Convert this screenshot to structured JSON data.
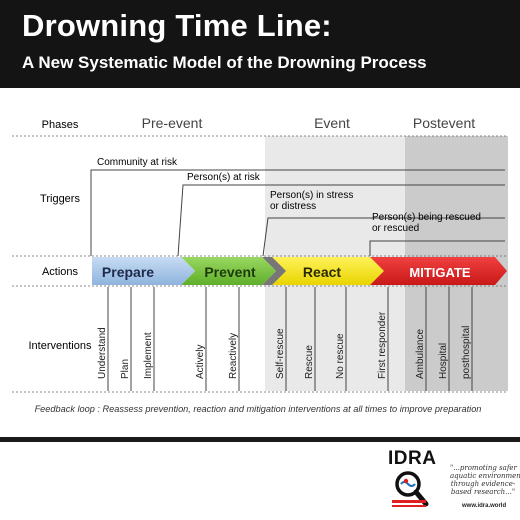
{
  "header": {
    "title": "Drowning Time Line:",
    "subtitle": "A New Systematic Model of the Drowning Process"
  },
  "rows": {
    "phases": "Phases",
    "triggers": "Triggers",
    "actions": "Actions",
    "interventions": "Interventions"
  },
  "phases": [
    "Pre-event",
    "Event",
    "Postevent"
  ],
  "triggers": [
    {
      "lines": [
        "Community at risk"
      ]
    },
    {
      "lines": [
        "Person(s) at risk"
      ]
    },
    {
      "lines": [
        "Person(s) in stress",
        "or distress"
      ]
    },
    {
      "lines": [
        "Person(s) being rescued",
        "or rescued"
      ]
    }
  ],
  "actions": [
    {
      "label": "Prepare",
      "color": "#a7c7ea"
    },
    {
      "label": "Prevent",
      "color": "#7ec843"
    },
    {
      "label": "React",
      "color": "#f5e800"
    },
    {
      "label": "MITIGATE",
      "color": "#e02020"
    }
  ],
  "interventions": [
    "Understand",
    "Plan",
    "Implement",
    "Actively",
    "Reactively",
    "Self-rescue",
    "Rescue",
    "No rescue",
    "First responder",
    "Ambulance",
    "Hospital",
    "posthospital"
  ],
  "feedback": "Feedback loop : Reassess prevention, reaction and mitigation interventions at all times to improve preparation",
  "logo": {
    "name": "IDRA",
    "tagline": [
      "\"...promoting safer",
      "aquatic environments",
      "through evidence-",
      "based research...\""
    ],
    "website": "www.idra.world"
  },
  "colors": {
    "event_band": "#e9e9e9",
    "postevent_band": "#c9c9c9",
    "header_bg": "#141414"
  },
  "icons": [
    "magnifier-icon"
  ]
}
